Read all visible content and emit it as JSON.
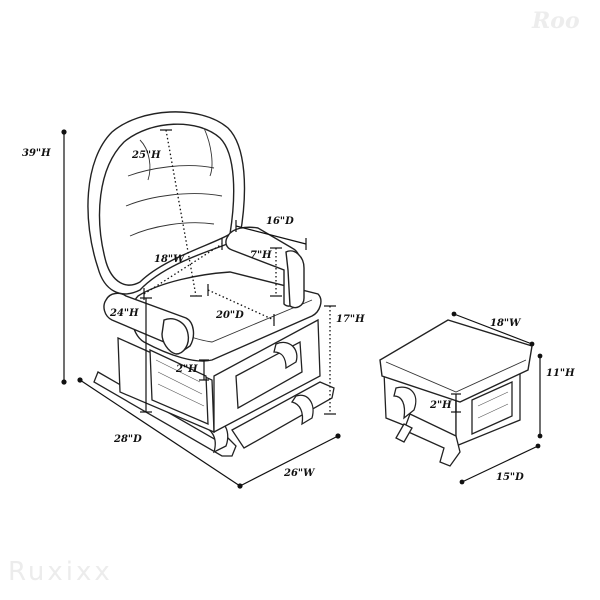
{
  "watermark": {
    "brand": "Ruxixx",
    "corner": "Roo"
  },
  "dimensions": {
    "chair_overall_height": "39\"H",
    "backrest_height": "25\"H",
    "backrest_width": "18\"W",
    "armrest_depth": "16\"D",
    "armrest_height": "7\"H",
    "seat_height": "24\"H",
    "seat_depth": "20\"D",
    "base_height": "17\"H",
    "seat_cushion_thickness": "2\"H",
    "chair_depth": "28\"D",
    "chair_width": "26\"W",
    "ottoman_width": "18\"W",
    "ottoman_height": "11\"H",
    "ottoman_cushion_thickness": "2\"H",
    "ottoman_depth": "15\"D"
  },
  "colors": {
    "line": "#222222",
    "background": "#ffffff",
    "watermark": "#ececec"
  }
}
